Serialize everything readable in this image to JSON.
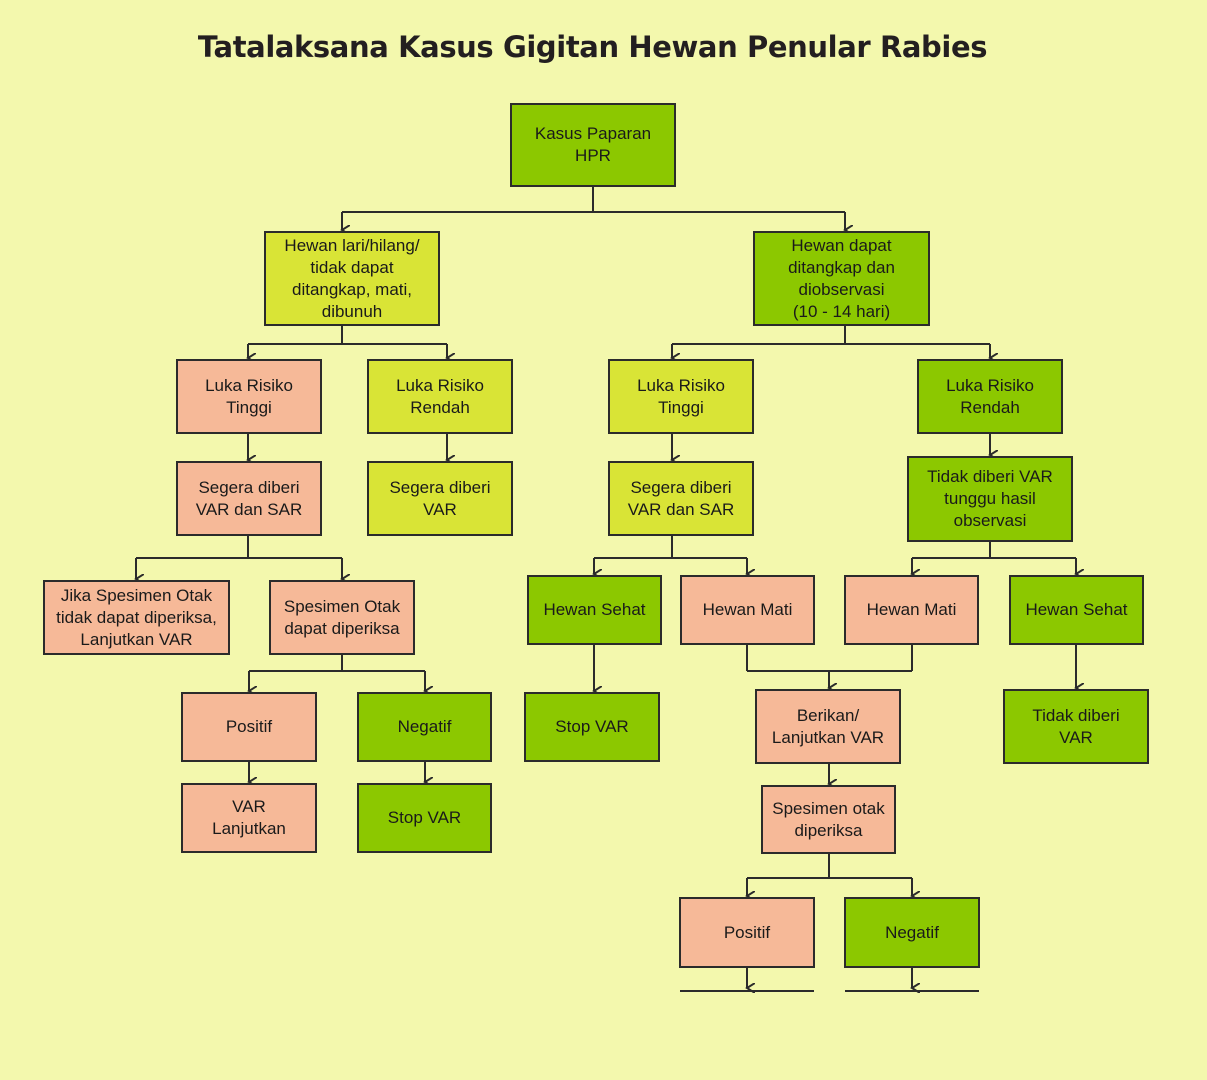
{
  "title": "Tatalaksana Kasus Gigitan Hewan Penular Rabies",
  "colors": {
    "background": "#f3f8ad",
    "green": "#8cc800",
    "yellow": "#d9e436",
    "pink": "#f6b998",
    "line": "#2b2b2b"
  },
  "nodes": {
    "root": "Kasus Paparan\nHPR",
    "lost_animal": "Hewan lari/hilang/\ntidak dapat\nditangkap, mati,\ndibunuh",
    "observed_animal": "Hewan dapat\nditangkap dan\ndiobservasi\n(10 - 14 hari)",
    "l_high_risk": "Luka Risiko\nTinggi",
    "l_low_risk": "Luka Risiko\nRendah",
    "r_high_risk": "Luka Risiko\nTinggi",
    "r_low_risk": "Luka Risiko\nRendah",
    "l_var_sar": "Segera diberi\nVAR dan SAR",
    "l_var": "Segera diberi\nVAR",
    "r_var_sar": "Segera diberi\nVAR dan SAR",
    "r_no_var": "Tidak diberi VAR\ntunggu hasil\nobservasi",
    "specimen_not_checkable": "Jika Spesimen Otak\ntidak dapat diperiksa,\nLanjutkan VAR",
    "specimen_checkable": "Spesimen Otak\ndapat diperiksa",
    "l_positive": "Positif",
    "l_negative": "Negatif",
    "l_continue_var": "VAR\nLanjutkan",
    "l_stop_var": "Stop VAR",
    "healthy_1": "Hewan Sehat",
    "dead_1": "Hewan Mati",
    "dead_2": "Hewan Mati",
    "healthy_2": "Hewan Sehat",
    "stop_var_2": "Stop VAR",
    "give_var": "Berikan/\nLanjutkan VAR",
    "no_var_2": "Tidak diberi\nVAR",
    "specimen_checked": "Spesimen otak\ndiperiksa",
    "r_positive": "Positif",
    "r_negative": "Negatif"
  }
}
